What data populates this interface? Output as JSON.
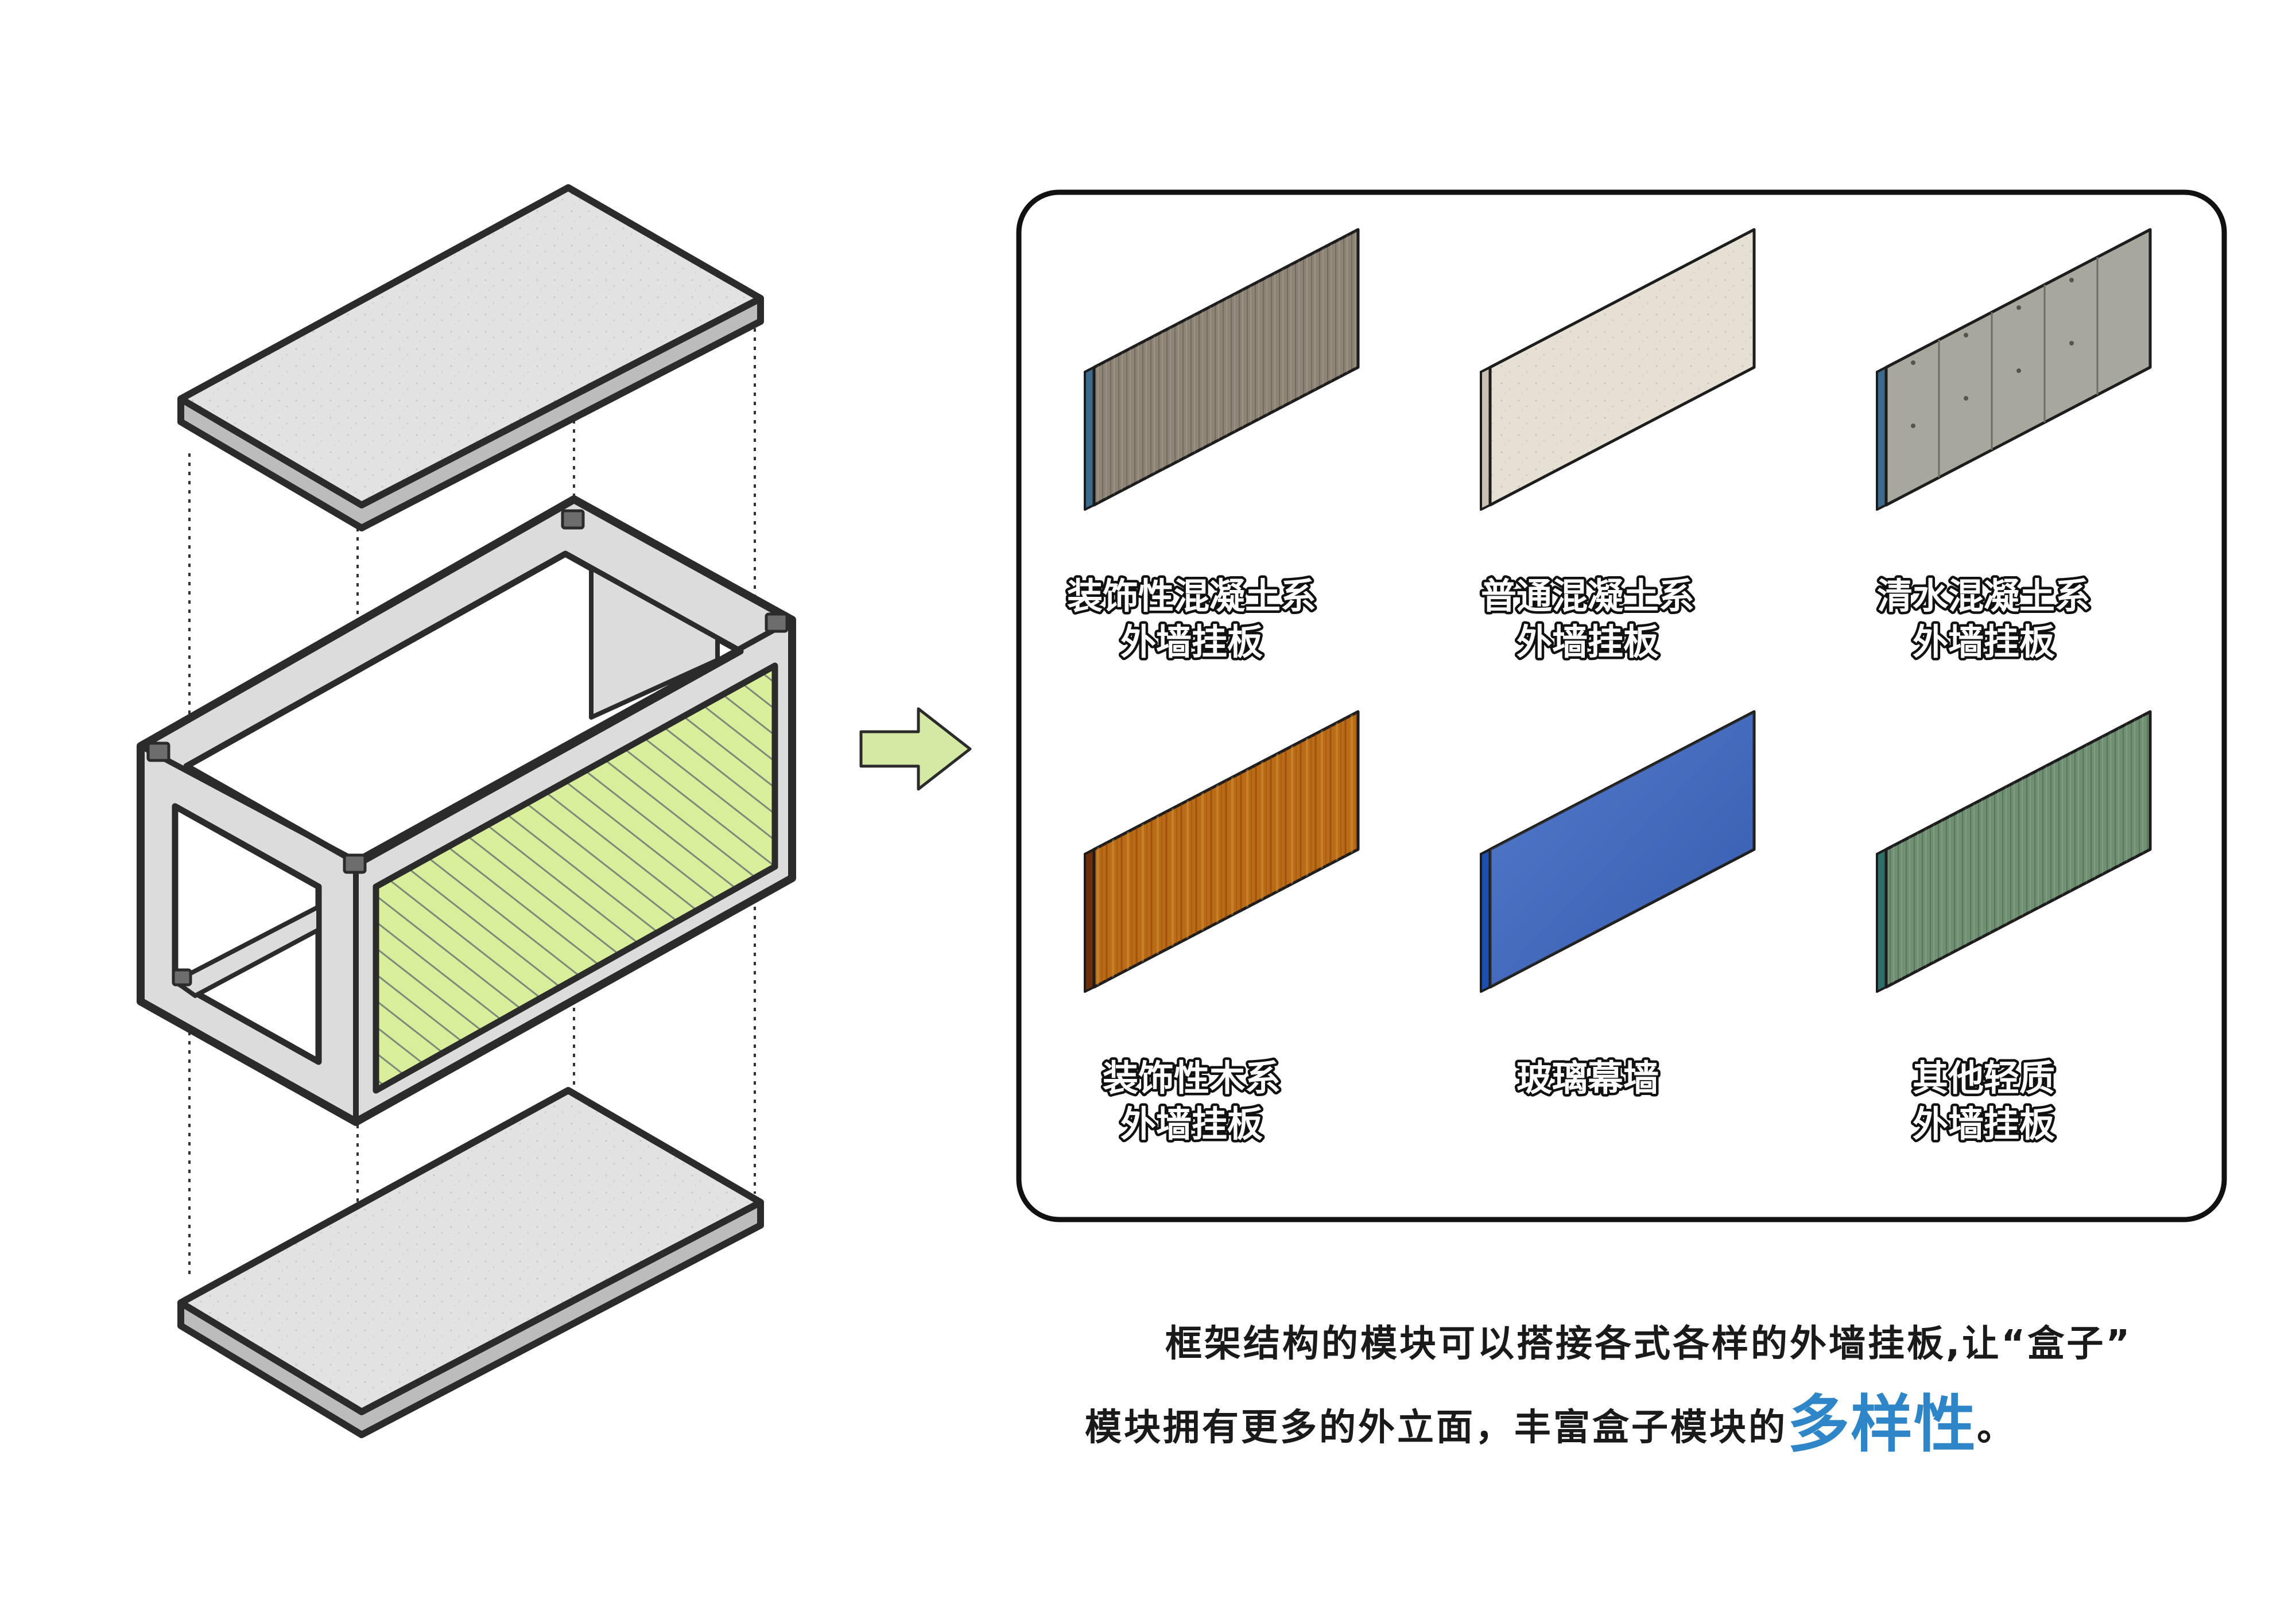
{
  "colors": {
    "accent": "#2e86c9",
    "frame_fill": "#dcdcdc",
    "slab_fill": "#e2e2e2",
    "outline": "#2b2b2b",
    "infill_green": "#d8ee9a",
    "arrow_green": "#d4eaa4"
  },
  "panels": [
    {
      "id": "decorative-concrete",
      "line1": "装饰性混凝土系",
      "line2": "外墙挂板",
      "face": "#8e8476",
      "side": "#3d6a8a",
      "pattern": "vertical-grain"
    },
    {
      "id": "ordinary-concrete",
      "line1": "普通混凝土系",
      "line2": "外墙挂板",
      "face": "#e6e0d4",
      "side": "#c9c2b4",
      "pattern": "speckle"
    },
    {
      "id": "fair-faced-concrete",
      "line1": "清水混凝土系",
      "line2": "外墙挂板",
      "face": "#a8a79d",
      "side": "#3d6a8a",
      "pattern": "formwork"
    },
    {
      "id": "decorative-wood",
      "line1": "装饰性木系",
      "line2": "外墙挂板",
      "face": "#b96b16",
      "side": "#6a2e0c",
      "pattern": "wood"
    },
    {
      "id": "glass-curtain-wall",
      "line1": "玻璃幕墙",
      "line2": "",
      "face": "#3d68c6",
      "side": "#1f4fae",
      "pattern": "none"
    },
    {
      "id": "other-lightweight",
      "line1": "其他轻质",
      "line2": "外墙挂板",
      "face": "#6f9072",
      "side": "#2f6f6a",
      "pattern": "vertical-grain"
    }
  ],
  "caption": {
    "line1": "框架结构的模块可以搭接各式各样的外墙挂板,让“盒子”",
    "line2_prefix": "模块拥有更多的外立面，丰富盒子模块的",
    "line2_highlight": "多样性",
    "line2_suffix": "。"
  }
}
